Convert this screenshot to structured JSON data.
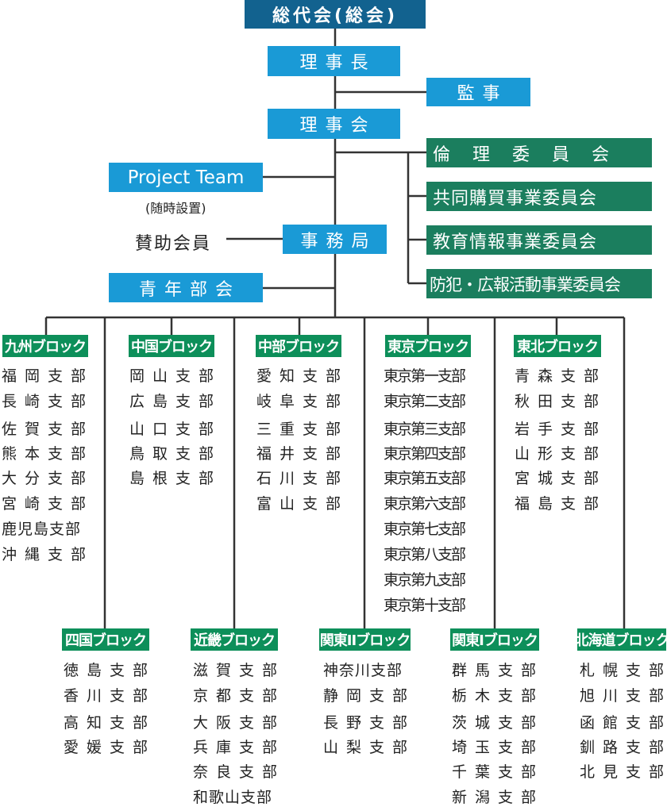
{
  "top": {
    "general_assembly": "総代会(総会)",
    "chairman": "理事長",
    "auditor": "監事",
    "board": "理事会",
    "project_team": "Project Team",
    "project_team_note": "(随時設置)",
    "supporting_members": "賛助会員",
    "secretariat": "事務局",
    "youth": "青年部会"
  },
  "committees": [
    "倫理委員会",
    "共同購買事業委員会",
    "教育情報事業委員会",
    "防犯・広報活動事業委員会"
  ],
  "upper_blocks": [
    {
      "label": "九州ブロック",
      "branches": [
        "福岡支部",
        "長崎支部",
        "佐賀支部",
        "熊本支部",
        "大分支部",
        "宮崎支部",
        "鹿児島支部",
        "沖縄支部"
      ]
    },
    {
      "label": "中国ブロック",
      "branches": [
        "岡山支部",
        "広島支部",
        "山口支部",
        "鳥取支部",
        "島根支部"
      ]
    },
    {
      "label": "中部ブロック",
      "branches": [
        "愛知支部",
        "岐阜支部",
        "三重支部",
        "福井支部",
        "石川支部",
        "富山支部"
      ]
    },
    {
      "label": "東京ブロック",
      "branches": [
        "東京第一支部",
        "東京第二支部",
        "東京第三支部",
        "東京第四支部",
        "東京第五支部",
        "東京第六支部",
        "東京第七支部",
        "東京第八支部",
        "東京第九支部",
        "東京第十支部"
      ]
    },
    {
      "label": "東北ブロック",
      "branches": [
        "青森支部",
        "秋田支部",
        "岩手支部",
        "山形支部",
        "宮城支部",
        "福島支部"
      ]
    }
  ],
  "lower_blocks": [
    {
      "label": "四国ブロック",
      "branches": [
        "徳島支部",
        "香川支部",
        "高知支部",
        "愛媛支部"
      ]
    },
    {
      "label": "近畿ブロック",
      "branches": [
        "滋賀支部",
        "京都支部",
        "大阪支部",
        "兵庫支部",
        "奈良支部",
        "和歌山支部"
      ]
    },
    {
      "label": "関東IIブロック",
      "branches": [
        "神奈川支部",
        "静岡支部",
        "長野支部",
        "山梨支部"
      ]
    },
    {
      "label": "関東Iブロック",
      "branches": [
        "群馬支部",
        "栃木支部",
        "茨城支部",
        "埼玉支部",
        "千葉支部",
        "新潟支部"
      ]
    },
    {
      "label": "北海道ブロック",
      "branches": [
        "札幌支部",
        "旭川支部",
        "函館支部",
        "釧路支部",
        "北見支部"
      ]
    }
  ]
}
